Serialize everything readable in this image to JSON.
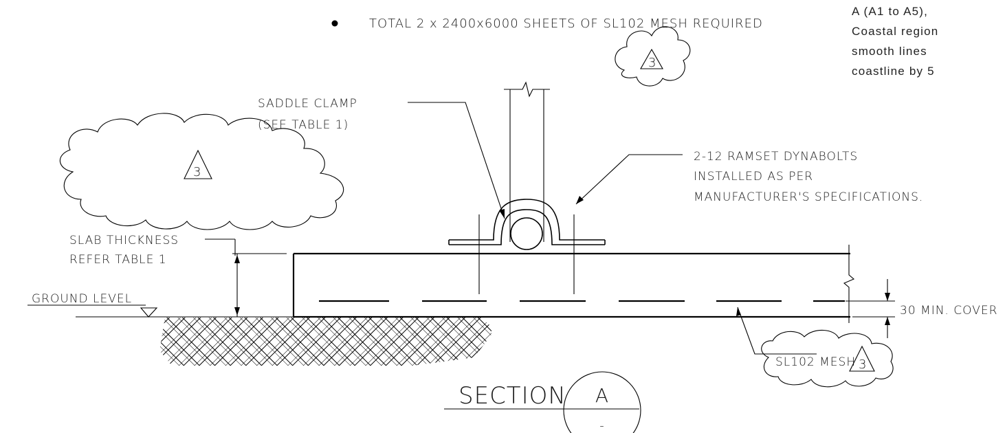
{
  "drawing": {
    "bullet_note": "TOTAL 2 x 2400x6000 SHEETS OF SL102 MESH REQUIRED",
    "side_notes": [
      "A (A1 to A5),",
      "Coastal region",
      "smooth lines",
      "coastline by 5"
    ],
    "labels": {
      "saddle_clamp": [
        "SADDLE CLAMP",
        "(SEE TABLE 1)"
      ],
      "dynabolts": [
        "2-12 RAMSET DYNABOLTS",
        "INSTALLED AS PER",
        "MANUFACTURER'S SPECIFICATIONS."
      ],
      "slab_thickness": [
        "SLAB THICKNESS",
        "REFER TABLE 1"
      ],
      "ground_level": "GROUND LEVEL",
      "cover": "30 MIN. COVER",
      "mesh": "SL102 MESH"
    },
    "revision_mark": "3",
    "section": {
      "title": "SECTION",
      "letter": "A",
      "sheet": "-"
    }
  }
}
